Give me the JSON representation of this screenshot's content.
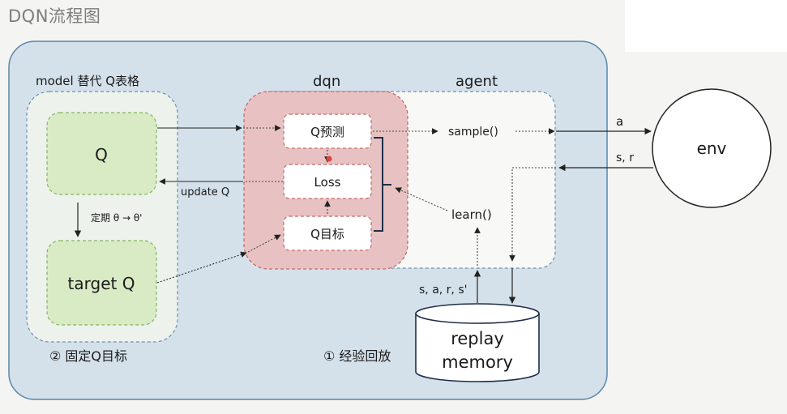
{
  "page_title": "DQN流程图",
  "labels": {
    "model_region": "model 替代  Q表格",
    "dqn_region": "dqn",
    "agent_region": "agent",
    "q_network": "Q",
    "target_network": "target Q",
    "sync_note": "定期 θ → θ'",
    "fixed_target_note": "② 固定Q目标",
    "q_predict": "Q预测",
    "loss": "Loss",
    "q_target": "Q目标",
    "update_q": "update Q",
    "sample": "sample()",
    "learn": "learn()",
    "env": "env",
    "action": "a",
    "state_reward": "s, r",
    "transition": "s, a, r, s'",
    "replay_line1": "replay",
    "replay_line2": "memory",
    "experience_replay_note": "① 经验回放"
  },
  "colors": {
    "outer_panel": "#d5e1ea",
    "model_panel": "#edf3ec",
    "node_green": "#d9ebc4",
    "dqn_panel": "#e8c2c2",
    "env_circle": "#ffffff"
  }
}
